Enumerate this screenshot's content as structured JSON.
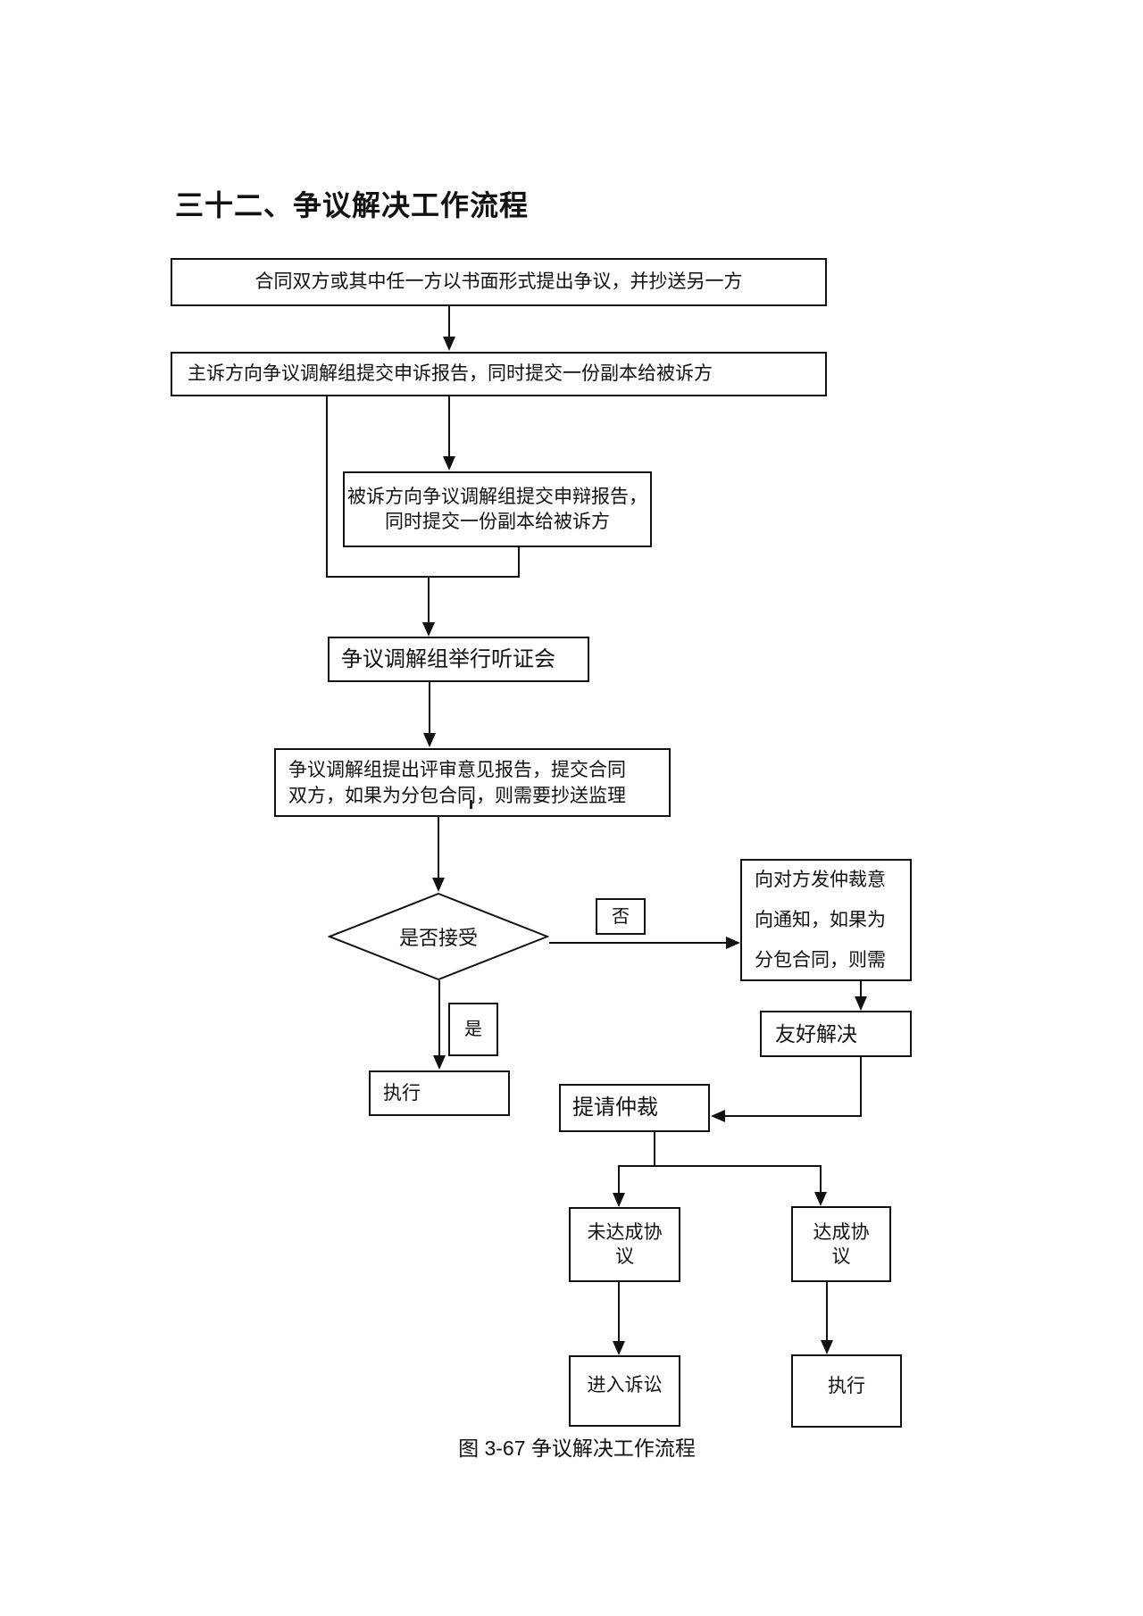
{
  "page": {
    "title": "三十二、争议解决工作流程",
    "caption": "图 3-67 争议解决工作流程",
    "background_color": "#ffffff",
    "line_color": "#111111"
  },
  "flowchart": {
    "nodes": {
      "dispute_raised": "合同双方或其中任一方以书面形式提出争议，并抄送另一方",
      "claim_report": "主诉方向争议调解组提交申诉报告，同时提交一份副本给被诉方",
      "defense_report": "被诉方向争议调解组提交申辩报告，\n同时提交一份副本给被诉方",
      "hearing": "争议调解组举行听证会",
      "review_report": "争议调解组提出评审意见报告，提交合同\n双方，如果为分包合同，则需要抄送监理",
      "decision_accept": "是否接受",
      "label_no": "否",
      "label_yes": "是",
      "execute_left": "执行",
      "arbitration_notice": "向对方发仲裁意\n向通知，如果为\n分包合同，则需",
      "friendly_settlement": "友好解决",
      "request_arbitration": "提请仲裁",
      "no_agreement": "未达成协\n议",
      "agreement": "达成协\n议",
      "litigation": "进入诉讼",
      "execute_right": "执行"
    }
  }
}
